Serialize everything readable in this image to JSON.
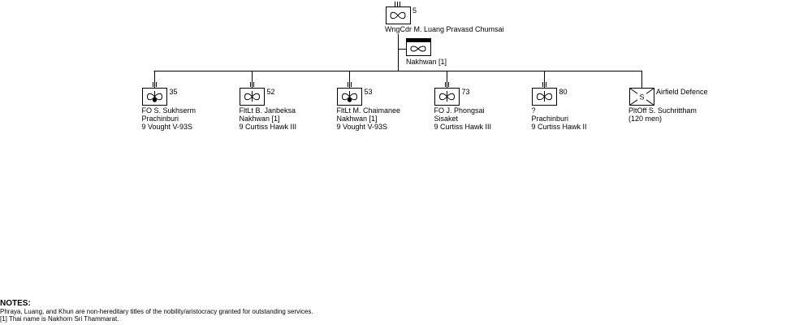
{
  "hq": {
    "number": "5",
    "commander": "WngCdr  M. Luang Pravasd Chumsai"
  },
  "base": {
    "name": "Nakhwan [1]"
  },
  "units": [
    {
      "number": "35",
      "commander": "FO  S. Sukhserm",
      "location": "Prachinburi",
      "aircraft": "9  Vought V-93S",
      "icon": "bomber-icon"
    },
    {
      "number": "52",
      "commander": "FltLt  B. Janbeksa",
      "location": "Nakhwan [1]",
      "aircraft": "9  Curtiss Hawk III",
      "icon": "fighter-icon"
    },
    {
      "number": "53",
      "commander": "FltLt  M. Chaimanee",
      "location": "Nakhwan [1]",
      "aircraft": "9  Vought V-93S",
      "icon": "bomber-icon"
    },
    {
      "number": "73",
      "commander": "FO  J. Phongsai",
      "location": "Sisaket",
      "aircraft": "9  Curtiss Hawk III",
      "icon": "fighter-icon"
    },
    {
      "number": "80",
      "commander": "?",
      "location": "Prachinburi",
      "aircraft": "9  Curtiss Hawk II",
      "icon": "fighter-icon"
    }
  ],
  "airfield_defence": {
    "title": "Airfield Defence",
    "symbol": "S",
    "commander": "PltOff  S. Suchrittham",
    "strength": "(120 men)",
    "icon": "infantry-security-icon"
  },
  "notes": {
    "title": "NOTES:",
    "lines": [
      "Phraya, Luang, and Khun are non-hereditary titles of the nobility/aristocracy granted for outstanding services.",
      "[1] Thai name is Nakhorn Sri Thammarat."
    ]
  }
}
